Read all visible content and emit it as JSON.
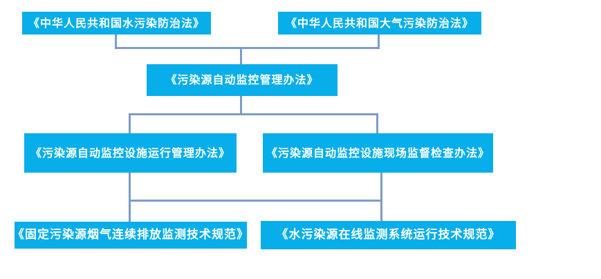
{
  "diagram": {
    "background": "#ffffff",
    "node_color": "#07aeea",
    "node_text_color": "#ffffff",
    "connector_color": "#7b9cc9",
    "nodes": {
      "water_law": {
        "label": "《中华人民共和国水污染防治法》"
      },
      "air_law": {
        "label": "《中华人民共和国大气污染防治法》"
      },
      "auto_monitoring": {
        "label": "《污染源自动监控管理办法》"
      },
      "facility_operation": {
        "label": "《污染源自动监控设施运行管理办法》"
      },
      "onsite_inspection": {
        "label": "《污染源自动监控设施现场监督检查办法》"
      },
      "flue_gas_spec": {
        "label": "《固定污染源烟气连续排放监测技术规范》"
      },
      "water_online_spec": {
        "label": "《水污染源在线监测系统运行技术规范》"
      }
    },
    "edges": [
      {
        "from": "water_law",
        "to": "auto_monitoring"
      },
      {
        "from": "air_law",
        "to": "auto_monitoring"
      },
      {
        "from": "auto_monitoring",
        "to": "facility_operation"
      },
      {
        "from": "auto_monitoring",
        "to": "onsite_inspection"
      },
      {
        "from": "facility_operation",
        "to": "flue_gas_spec"
      },
      {
        "from": "onsite_inspection",
        "to": "water_online_spec"
      }
    ]
  }
}
